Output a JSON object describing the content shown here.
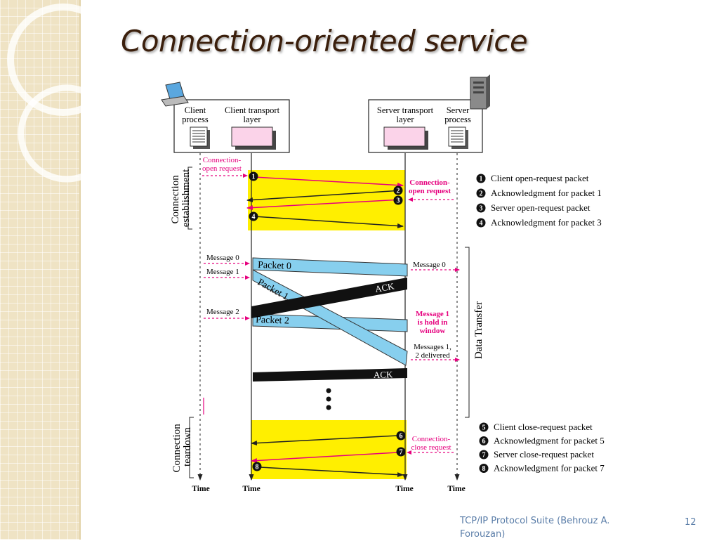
{
  "slide": {
    "title": "Connection-oriented service",
    "footer": "TCP/IP Protocol Suite (Behrouz A. Forouzan)",
    "page_number": "12"
  },
  "client_box": {
    "process": "Client process",
    "transport": "Client transport layer"
  },
  "server_box": {
    "transport": "Server transport layer",
    "process": "Server process"
  },
  "phases": {
    "establishment": "Connection establishment",
    "teardown": "Connection teardown",
    "data_transfer": "Data Transfer"
  },
  "notes": {
    "conn_open_client": "Connection- open request",
    "conn_open_server": "Connection- open request",
    "conn_close_server": "Connection- close request",
    "msg0": "Message 0",
    "msg1": "Message 1",
    "msg2": "Message 2",
    "msg0_deliver": "Message 0",
    "hold": "Message 1 is hold in window",
    "delivered": "Messages 1, 2 delivered"
  },
  "packets": {
    "p0": "Packet 0",
    "p1": "Packet 1",
    "p2": "Packet 2",
    "ack": "ACK"
  },
  "time_label": "Time",
  "legend_open": [
    {
      "num": "1",
      "text": "Client open-request packet"
    },
    {
      "num": "2",
      "text": "Acknowledgment for packet 1"
    },
    {
      "num": "3",
      "text": "Server open-request packet"
    },
    {
      "num": "4",
      "text": "Acknowledgment for packet 3"
    }
  ],
  "legend_close": [
    {
      "num": "5",
      "text": "Client close-request packet"
    },
    {
      "num": "6",
      "text": "Acknowledgment for packet 5"
    },
    {
      "num": "7",
      "text": "Server close-request packet"
    },
    {
      "num": "8",
      "text": "Acknowledgment for packet 7"
    }
  ],
  "colors": {
    "highlight": "#ffef00",
    "packet": "#87cfee",
    "request": "#e6007e",
    "title": "#3b1f0c"
  }
}
